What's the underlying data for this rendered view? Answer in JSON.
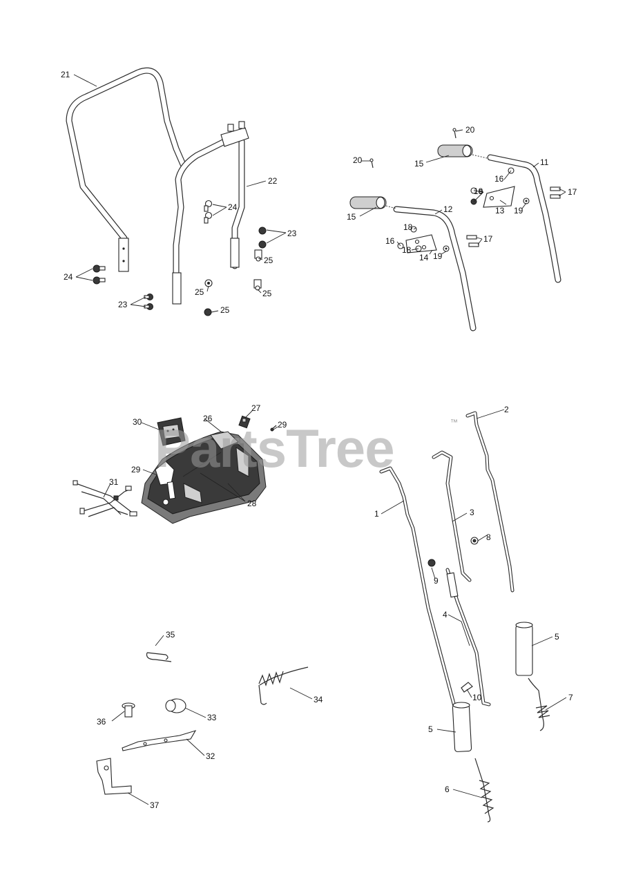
{
  "watermark": {
    "text": "PartsTree",
    "trademark": "™"
  },
  "callouts": {
    "c1": "1",
    "c2": "2",
    "c3": "3",
    "c4": "4",
    "c5a": "5",
    "c5b": "5",
    "c6": "6",
    "c7": "7",
    "c8": "8",
    "c9": "9",
    "c10": "10",
    "c11": "11",
    "c12": "12",
    "c13": "13",
    "c14": "14",
    "c15a": "15",
    "c15b": "15",
    "c16a": "16",
    "c16b": "16",
    "c17a": "17",
    "c17b": "17",
    "c18a": "18",
    "c18b": "18",
    "c18c": "18",
    "c19a": "19",
    "c19b": "19",
    "c20a": "20",
    "c20b": "20",
    "c21": "21",
    "c22": "22",
    "c23a": "23",
    "c23b": "23",
    "c24a": "24",
    "c24b": "24",
    "c25a": "25",
    "c25b": "25",
    "c25c": "25",
    "c25d": "25",
    "c26": "26",
    "c27": "27",
    "c28": "28",
    "c29a": "29",
    "c29b": "29",
    "c30": "30",
    "c31": "31",
    "c32": "32",
    "c33": "33",
    "c34": "34",
    "c35": "35",
    "c36": "36",
    "c37": "37"
  }
}
